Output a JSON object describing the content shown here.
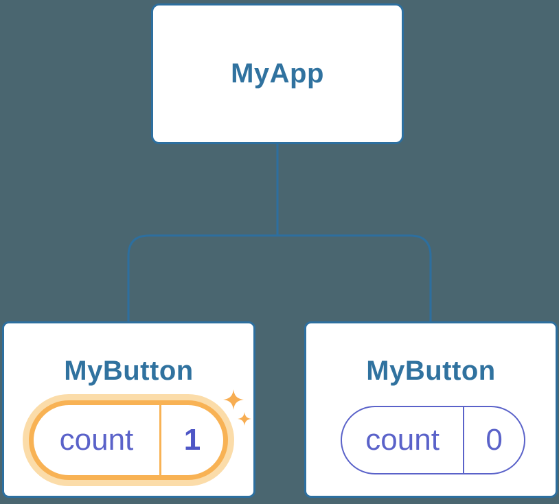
{
  "diagram": {
    "type": "component-tree",
    "background_color": "#4A6670",
    "line_color": "#2D6F9F",
    "card_border_color": "#2D6F9F",
    "title_color": "#30729F",
    "root": {
      "label": "MyApp"
    },
    "children": [
      {
        "label": "MyButton",
        "state": {
          "key": "count",
          "value": "1"
        },
        "highlighted": true
      },
      {
        "label": "MyButton",
        "state": {
          "key": "count",
          "value": "0"
        },
        "highlighted": false
      }
    ],
    "state_pill": {
      "key_color": "#5A62C9",
      "value_color": "#4E56C6",
      "plain_border_color": "#5B62C9"
    },
    "highlight": {
      "border_color": "#F8B254",
      "glow_color": "#FBDCA9",
      "sparkle_color": "#F7AD52",
      "sparkle_icon": "sparkles-icon"
    }
  }
}
